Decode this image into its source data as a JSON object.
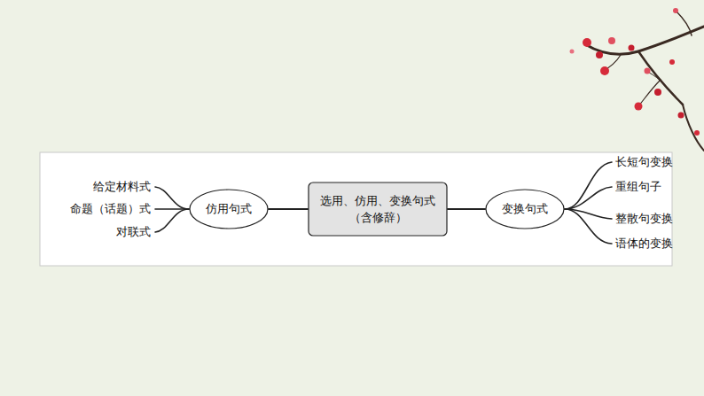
{
  "diagram": {
    "nodes": [
      {
        "text": [
          "仿用句式"
        ]
      },
      {
        "text": [
          "选用、仿用、变换句式 （含修辞）"
        ]
      },
      {
        "text": [
          "变换句式"
        ]
      }
    ],
    "edges": [
      {
        "from": 1,
        "to": 0,
        "arrow": "none"
      },
      {
        "from": 1,
        "to": 2,
        "arrow": "none"
      }
    ],
    "labels": [
      "给定材料式",
      "命题（话题）式",
      "对联式",
      "长短句变换",
      "重组句子",
      "整散句变换",
      "语体的变换"
    ]
  }
}
